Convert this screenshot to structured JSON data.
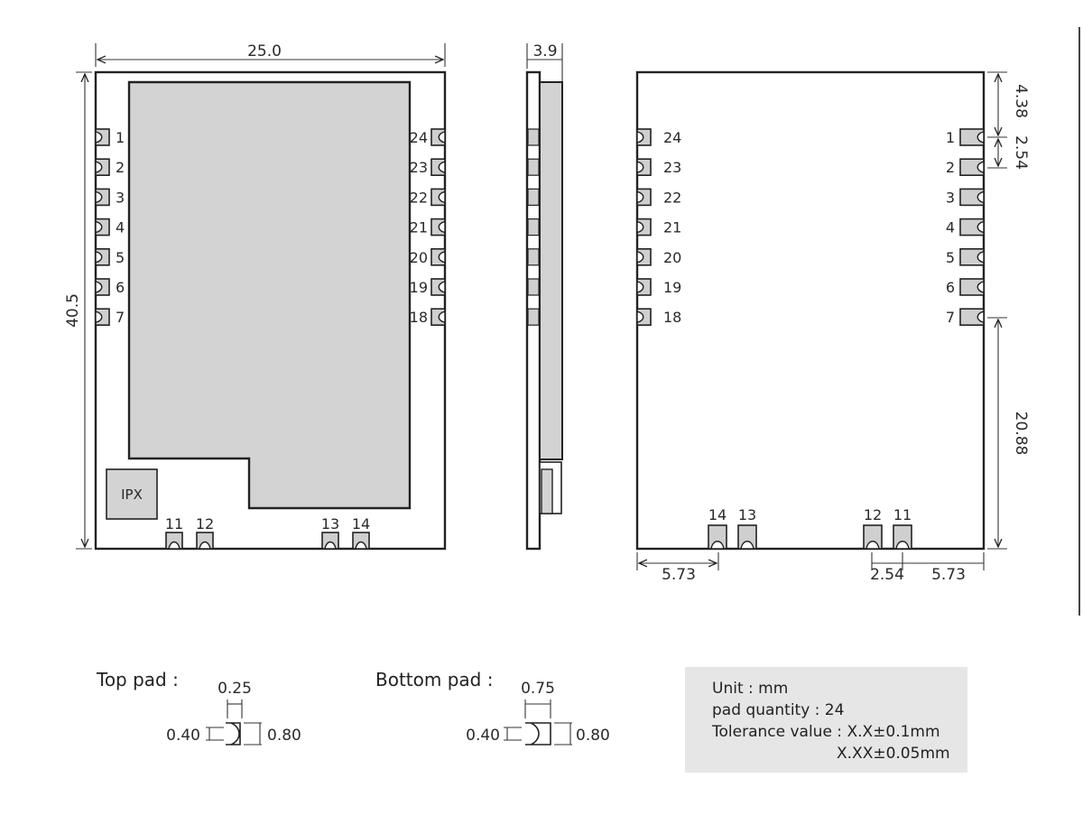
{
  "top_view": {
    "width_dim": "25.0",
    "height_dim": "40.5",
    "ipx_label": "IPX",
    "left_pins": [
      "1",
      "2",
      "3",
      "4",
      "5",
      "6",
      "7"
    ],
    "right_pins": [
      "24",
      "23",
      "22",
      "21",
      "20",
      "19",
      "18"
    ],
    "bottom_pins": [
      "11",
      "12",
      "13",
      "14"
    ]
  },
  "side_view": {
    "thickness_dim": "3.9"
  },
  "bottom_view": {
    "left_pins": [
      "24",
      "23",
      "22",
      "21",
      "20",
      "19",
      "18"
    ],
    "right_pins": [
      "1",
      "2",
      "3",
      "4",
      "5",
      "6",
      "7"
    ],
    "bottom_pins": [
      "14",
      "13",
      "12",
      "11"
    ],
    "dim_top_offset": "4.38",
    "dim_pitch": "2.54",
    "dim_lower": "20.88",
    "dim_bottom_left": "5.73",
    "dim_bottom_pitch": "2.54",
    "dim_bottom_right": "5.73"
  },
  "top_pad": {
    "title": "Top pad :",
    "width": "0.25",
    "left_dim": "0.40",
    "right_dim": "0.80"
  },
  "bottom_pad": {
    "title": "Bottom pad :",
    "width": "0.75",
    "left_dim": "0.40",
    "right_dim": "0.80"
  },
  "notes": {
    "unit": "Unit : mm",
    "pad_quantity": "pad quantity : 24",
    "tolerance_1": "Tolerance value : X.X±0.1mm",
    "tolerance_2": "X.XX±0.05mm"
  }
}
